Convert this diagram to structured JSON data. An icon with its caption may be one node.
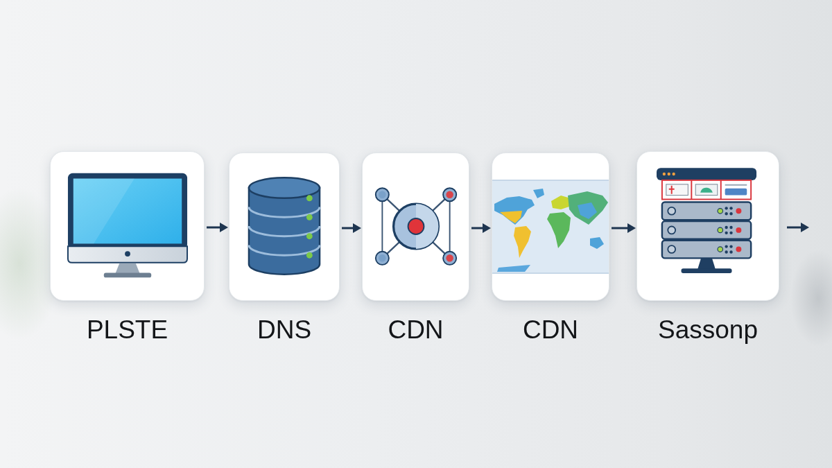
{
  "diagram": {
    "nodes": [
      {
        "text": [
          "PLSTE"
        ]
      },
      {
        "text": [
          "DNS"
        ]
      },
      {
        "text": [
          "CDN"
        ]
      },
      {
        "text": [
          "CDN"
        ]
      },
      {
        "text": [
          "Sassonp"
        ]
      }
    ],
    "edges": [
      {
        "from": 0,
        "to": 1,
        "arrow": "to"
      },
      {
        "from": 1,
        "to": 2,
        "arrow": "to"
      },
      {
        "from": 2,
        "to": 3,
        "arrow": "to"
      },
      {
        "from": 3,
        "to": 4,
        "arrow": "to"
      },
      {
        "from": 4,
        "to": null,
        "arrow": "to"
      }
    ]
  }
}
